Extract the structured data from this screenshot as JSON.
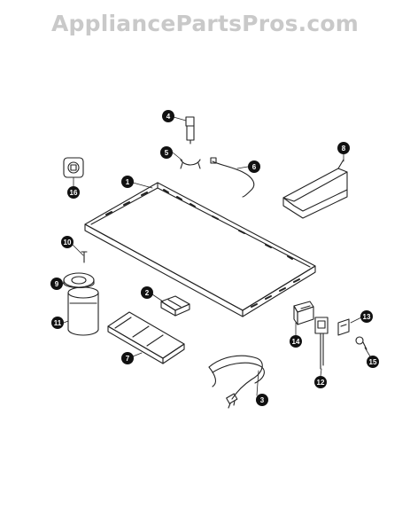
{
  "watermark": {
    "text": "AppliancePartsPros.com"
  },
  "callouts": [
    "1",
    "2",
    "3",
    "4",
    "5",
    "6",
    "8",
    "9",
    "10",
    "11",
    "12",
    "13",
    "14",
    "15",
    "16",
    "7"
  ],
  "colors": {
    "line": "#222222",
    "callout_fill": "#111111",
    "watermark": "#c9c9c9",
    "background": "#ffffff"
  }
}
